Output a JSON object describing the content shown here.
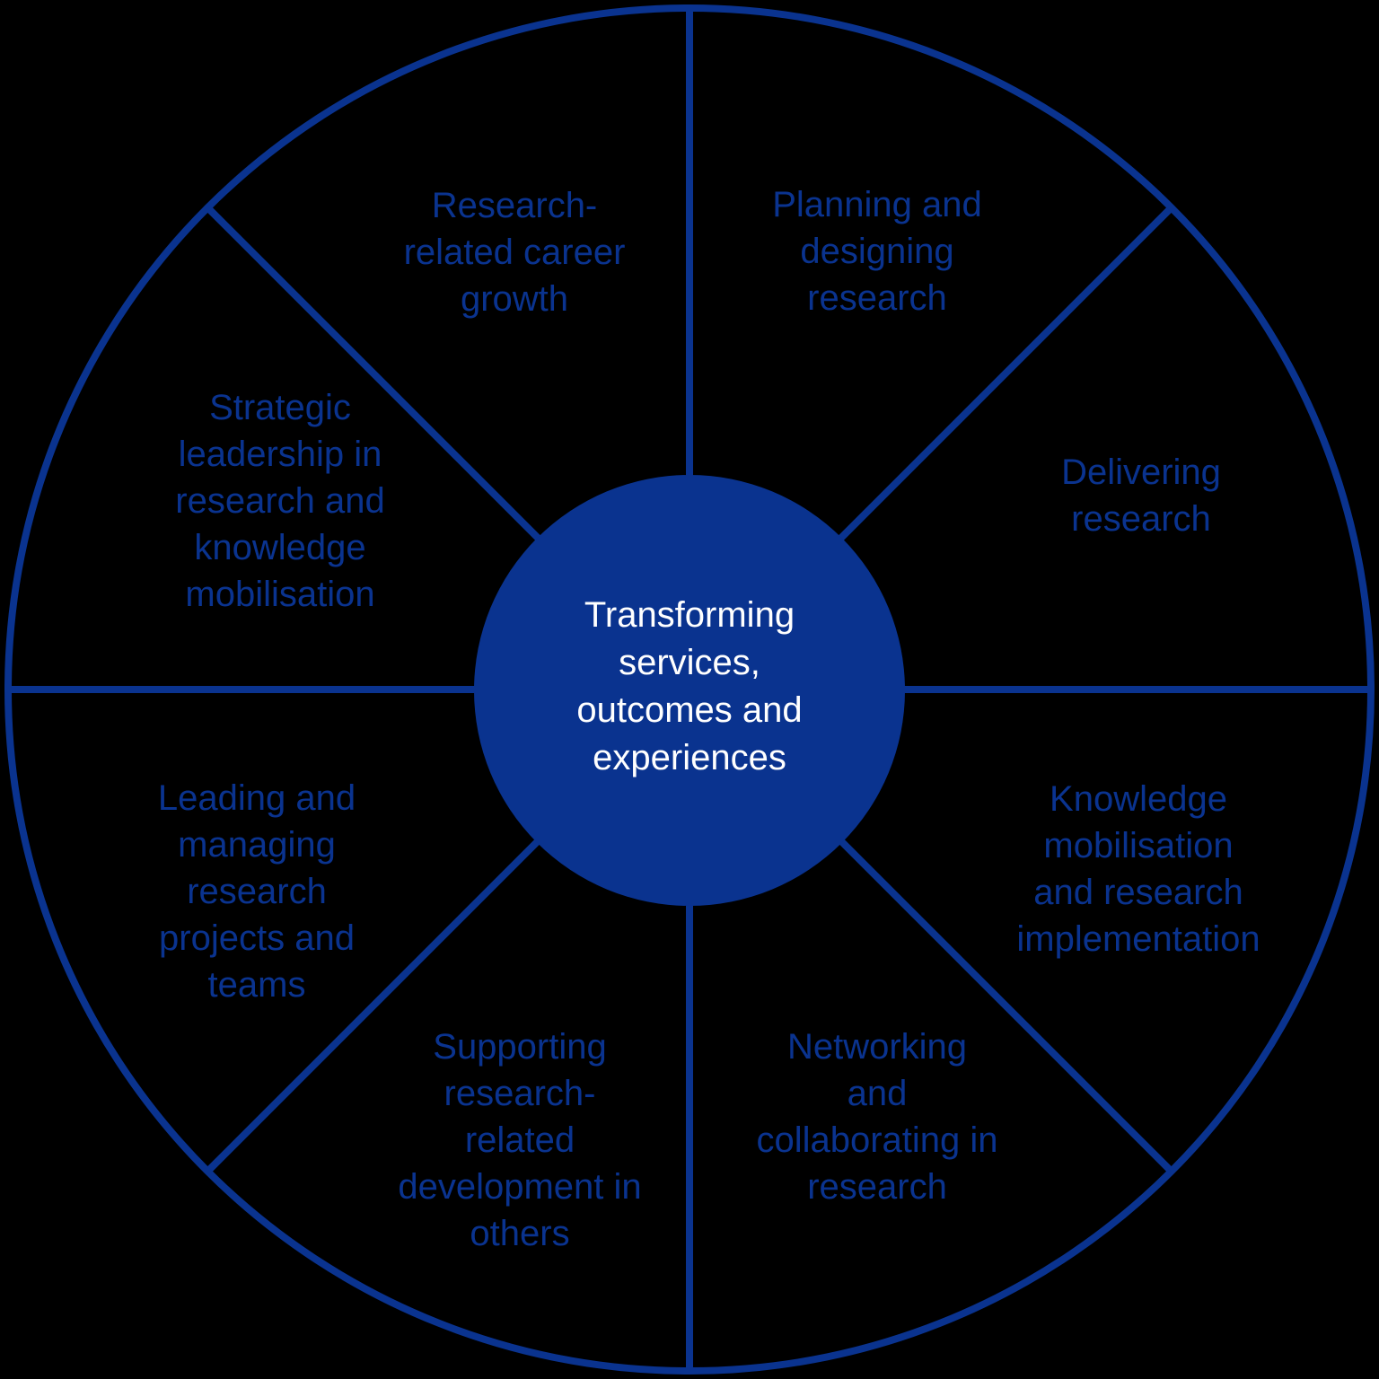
{
  "wheel": {
    "colors": {
      "line": "#0A338F",
      "hub_fill": "#0A338F",
      "segment_text": "#0A338F",
      "center_text": "#FFFFFF",
      "background": "#000000"
    },
    "center": {
      "label": "Transforming\nservices,\noutcomes and\nexperiences"
    },
    "segments": [
      {
        "name": "planning-and-designing-research",
        "label": "Planning and\ndesigning\nresearch"
      },
      {
        "name": "delivering-research",
        "label": "Delivering\nresearch"
      },
      {
        "name": "knowledge-mobilisation-and-research-implementation",
        "label": "Knowledge\nmobilisation\nand research\nimplementation"
      },
      {
        "name": "networking-and-collaborating-in-research",
        "label": "Networking\nand\ncollaborating in\nresearch"
      },
      {
        "name": "supporting-research-related-development-in-others",
        "label": "Supporting\nresearch-\nrelated\ndevelopment in\nothers"
      },
      {
        "name": "leading-and-managing-research-projects-and-teams",
        "label": "Leading and\nmanaging\nresearch\nprojects and\nteams"
      },
      {
        "name": "strategic-leadership-in-research-and-knowledge-mobilisation",
        "label": "Strategic\nleadership in\nresearch and\nknowledge\nmobilisation"
      },
      {
        "name": "research-related-career-growth",
        "label": "Research-\nrelated career\ngrowth"
      }
    ]
  }
}
